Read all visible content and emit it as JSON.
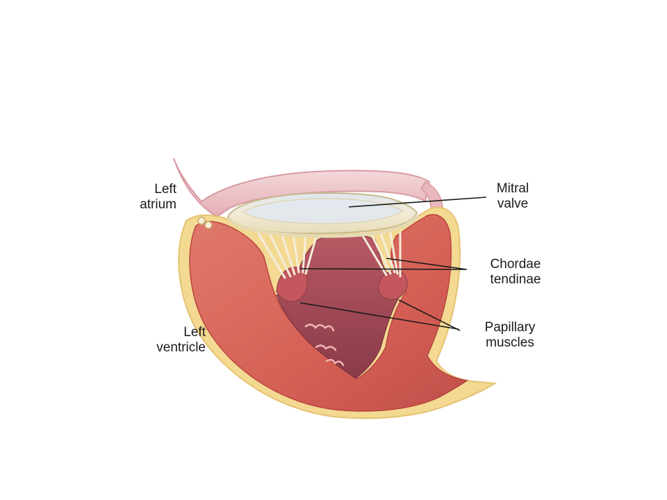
{
  "labels": {
    "left_atrium": [
      "Left",
      "atrium"
    ],
    "left_ventricle": [
      "Left",
      "ventricle"
    ],
    "mitral_valve": [
      "Mitral",
      "valve"
    ],
    "chordae_tendinae": [
      "Chordae",
      "tendinae"
    ],
    "papillary_muscles": [
      "Papillary",
      "muscles"
    ]
  },
  "colors": {
    "muscle": "#d9665a",
    "muscle_dark": "#b8453e",
    "cavity": "#9e4a55",
    "epicardium": "#f2d58a",
    "atrium_wall": "#ecc3c6",
    "valve": "#efe8cf",
    "chordae": "#f4ecda",
    "leader_line": "#1a1a1a"
  }
}
